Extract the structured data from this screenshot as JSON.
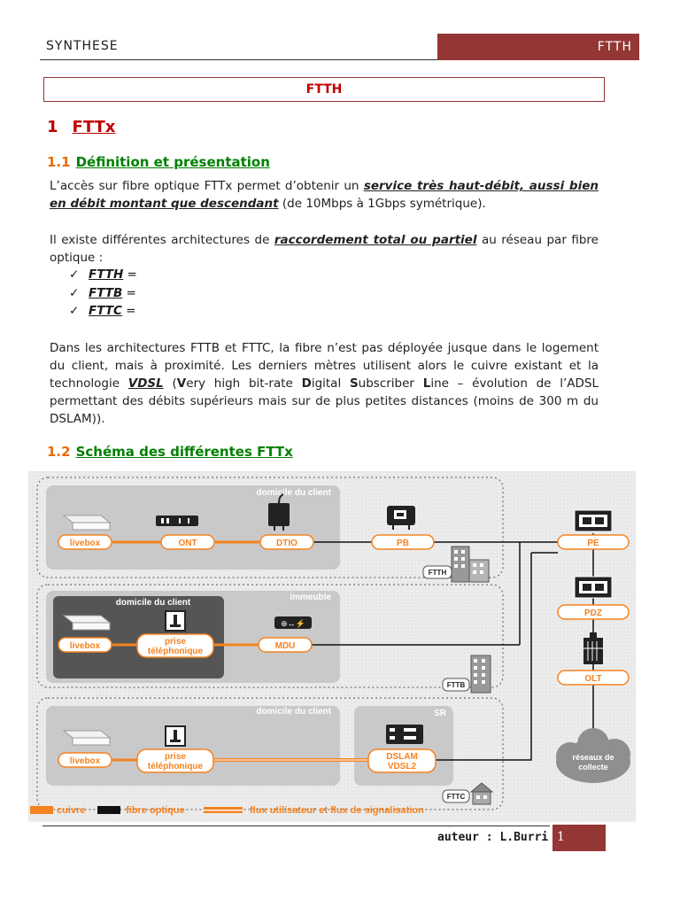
{
  "header": {
    "left": "SYNTHESE",
    "right": "FTTH"
  },
  "title": "FTTH",
  "h1": {
    "number": "1",
    "text": "FTTx"
  },
  "s11": {
    "number": "1.1",
    "text": "Définition et présentation"
  },
  "p1": {
    "a": "L’accès sur fibre optique FTTx permet d’obtenir un ",
    "b": "service très haut-débit, aussi bien en débit montant que descendant",
    "c": " (de 10Mbps à 1Gbps symétrique)."
  },
  "p2": {
    "a": "Il existe différentes architectures de ",
    "b": "raccordement total ou partiel",
    "c": " au réseau par fibre optique :"
  },
  "bullets": [
    {
      "check": "✓",
      "term": "FTTH",
      "rest": " ="
    },
    {
      "check": "✓",
      "term": "FTTB",
      "rest": " ="
    },
    {
      "check": "✓",
      "term": "FTTC",
      "rest": " ="
    }
  ],
  "p3": {
    "a": "Dans les architectures FTTB et FTTC, la fibre n’est pas déployée jusque dans le logement du client, mais à proximité. Les derniers mètres utilisent alors le cuivre existant et la technologie ",
    "b": "VDSL",
    "c": " (",
    "v1": "V",
    "r1": "ery high bit-rate ",
    "v2": "D",
    "r2": "igital ",
    "v3": "S",
    "r3": "ubscriber ",
    "v4": "L",
    "r4": "ine – évolution de l’ADSL permettant des débits supérieurs mais sur de plus petites distances (moins de 300 m du DSLAM))."
  },
  "s12": {
    "number": "1.2",
    "text": "Schéma des différentes FTTx"
  },
  "diagram": {
    "zone1_label": "domicile du client",
    "zone2_label": "immeuble",
    "zone2_inner": "domicile du client",
    "zone3_label": "domicile du client",
    "zone3_sr": "SR",
    "livebox": "livebox",
    "ont": "ONT",
    "dtio": "DTIO",
    "pb": "PB",
    "pe": "PE",
    "pdz": "PDZ",
    "olt": "OLT",
    "mdu": "MDU",
    "prise_l1": "prise",
    "prise_l2": "téléphonique",
    "dslam_l1": "DSLAM",
    "dslam_l2": "VDSL2",
    "fttb": "FTTB",
    "ftth": "FTTH",
    "fttc": "FTTC",
    "reseaux_l1": "réseaux de",
    "reseaux_l2": "collecte",
    "legend_cuivre": "cuivre",
    "legend_fibre": "fibre optique",
    "legend_flux": "flux utilisateur et flux de signalisation",
    "color_orange": "#f58220",
    "color_grey": "#cccccc"
  },
  "footer": {
    "author": "auteur : L.Burri",
    "page": "1"
  }
}
